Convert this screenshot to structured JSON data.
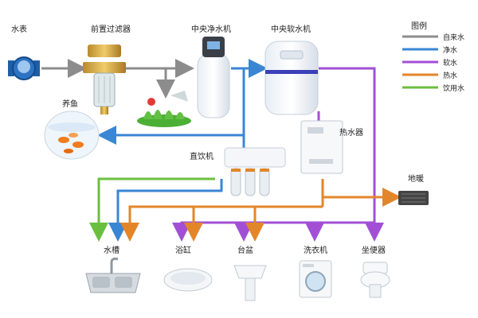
{
  "colors": {
    "tap_water": "#8c8c8c",
    "purified_water": "#3a86d4",
    "soft_water": "#a24fd6",
    "hot_water": "#e3862a",
    "drinking_water": "#6bbf3f"
  },
  "labels": {
    "water_meter": "水表",
    "pre_filter": "前置过滤器",
    "central_purifier": "中央净水机",
    "central_softener": "中央软水机",
    "fish_tank": "养鱼",
    "direct_drinking": "直饮机",
    "water_heater": "热水器",
    "floor_heating": "地暖",
    "sink": "水槽",
    "bathtub": "浴缸",
    "basin": "台盆",
    "washing_machine": "洗衣机",
    "toilet": "坐便器"
  },
  "legend": {
    "title": "图例",
    "items": [
      {
        "label": "自来水",
        "color": "#8c8c8c"
      },
      {
        "label": "净水",
        "color": "#3a86d4"
      },
      {
        "label": "软水",
        "color": "#a24fd6"
      },
      {
        "label": "热水",
        "color": "#e3862a"
      },
      {
        "label": "饮用水",
        "color": "#6bbf3f"
      }
    ]
  },
  "icons": {
    "water_meter": "water-meter-icon",
    "pre_filter": "pre-filter-icon",
    "plant": "plant-icon",
    "purifier": "purifier-tank-icon",
    "softener": "softener-tank-icon",
    "fish": "fish-tank-icon",
    "heater": "water-heater-icon",
    "drinking": "ro-drinking-machine-icon",
    "floor": "floor-heating-icon",
    "sink": "sink-icon",
    "bathtub": "bathtub-icon",
    "basin": "basin-icon",
    "washer": "washing-machine-icon",
    "toilet": "toilet-icon"
  }
}
